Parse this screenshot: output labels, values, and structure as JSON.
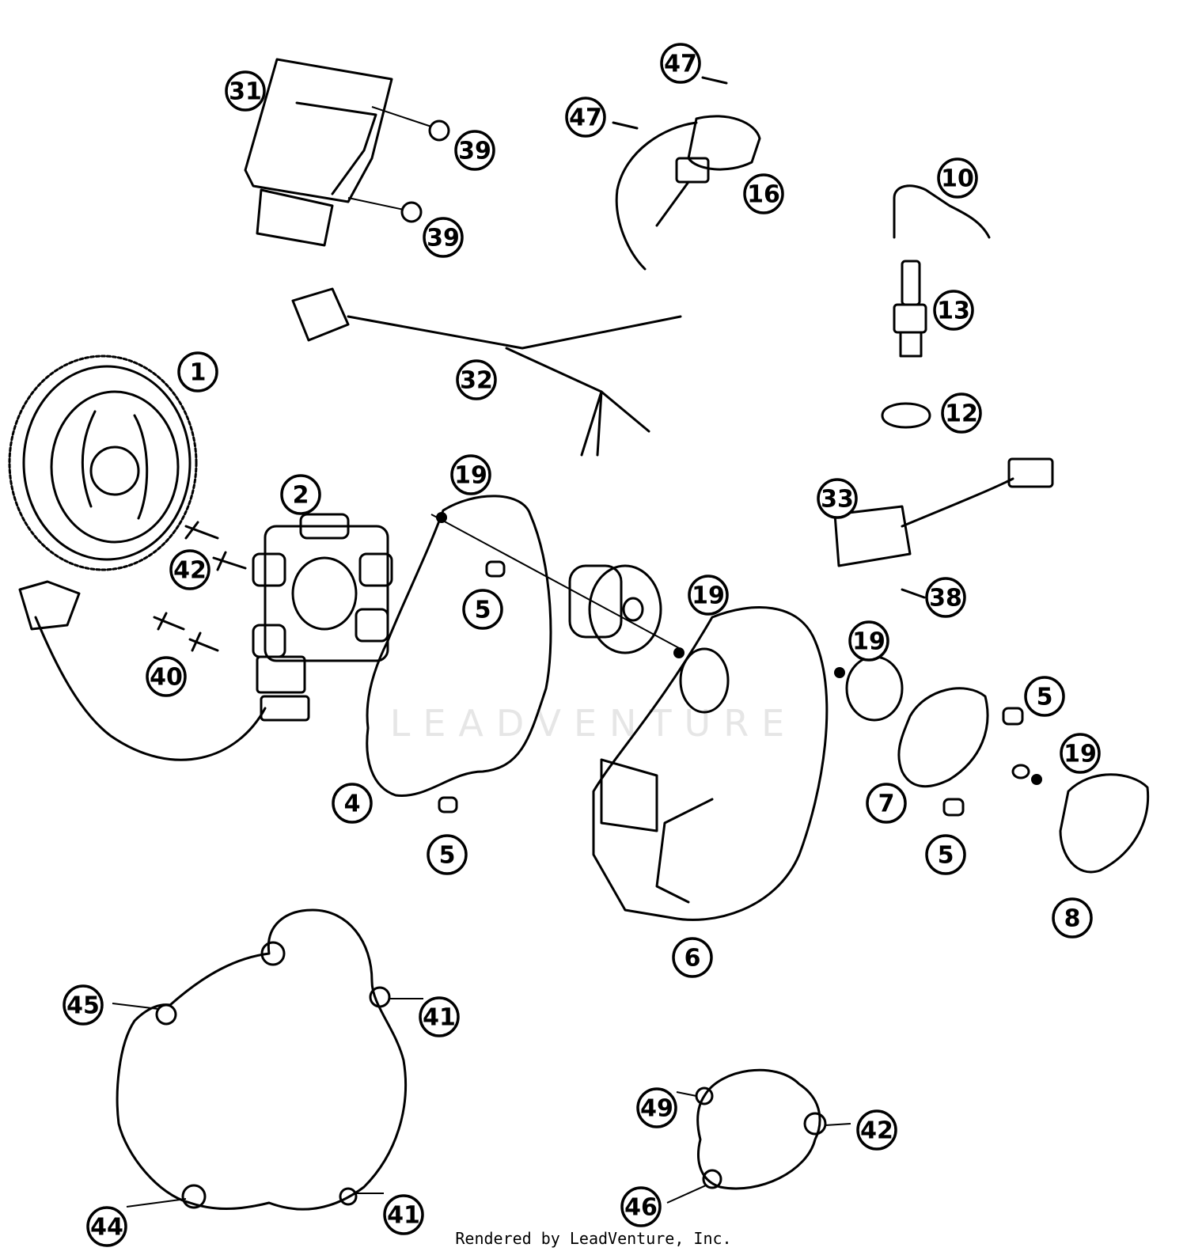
{
  "watermark": "LEADVENTURE",
  "credit": "Rendered by LeadVenture, Inc.",
  "callouts": [
    {
      "label": "1"
    },
    {
      "label": "2"
    },
    {
      "label": "4"
    },
    {
      "label": "5"
    },
    {
      "label": "5"
    },
    {
      "label": "5"
    },
    {
      "label": "5"
    },
    {
      "label": "6"
    },
    {
      "label": "7"
    },
    {
      "label": "8"
    },
    {
      "label": "10"
    },
    {
      "label": "12"
    },
    {
      "label": "13"
    },
    {
      "label": "16"
    },
    {
      "label": "19"
    },
    {
      "label": "19"
    },
    {
      "label": "19"
    },
    {
      "label": "19"
    },
    {
      "label": "31"
    },
    {
      "label": "32"
    },
    {
      "label": "33"
    },
    {
      "label": "38"
    },
    {
      "label": "39"
    },
    {
      "label": "39"
    },
    {
      "label": "40"
    },
    {
      "label": "41"
    },
    {
      "label": "41"
    },
    {
      "label": "42"
    },
    {
      "label": "42"
    },
    {
      "label": "44"
    },
    {
      "label": "45"
    },
    {
      "label": "46"
    },
    {
      "label": "47"
    },
    {
      "label": "47"
    },
    {
      "label": "49"
    }
  ]
}
